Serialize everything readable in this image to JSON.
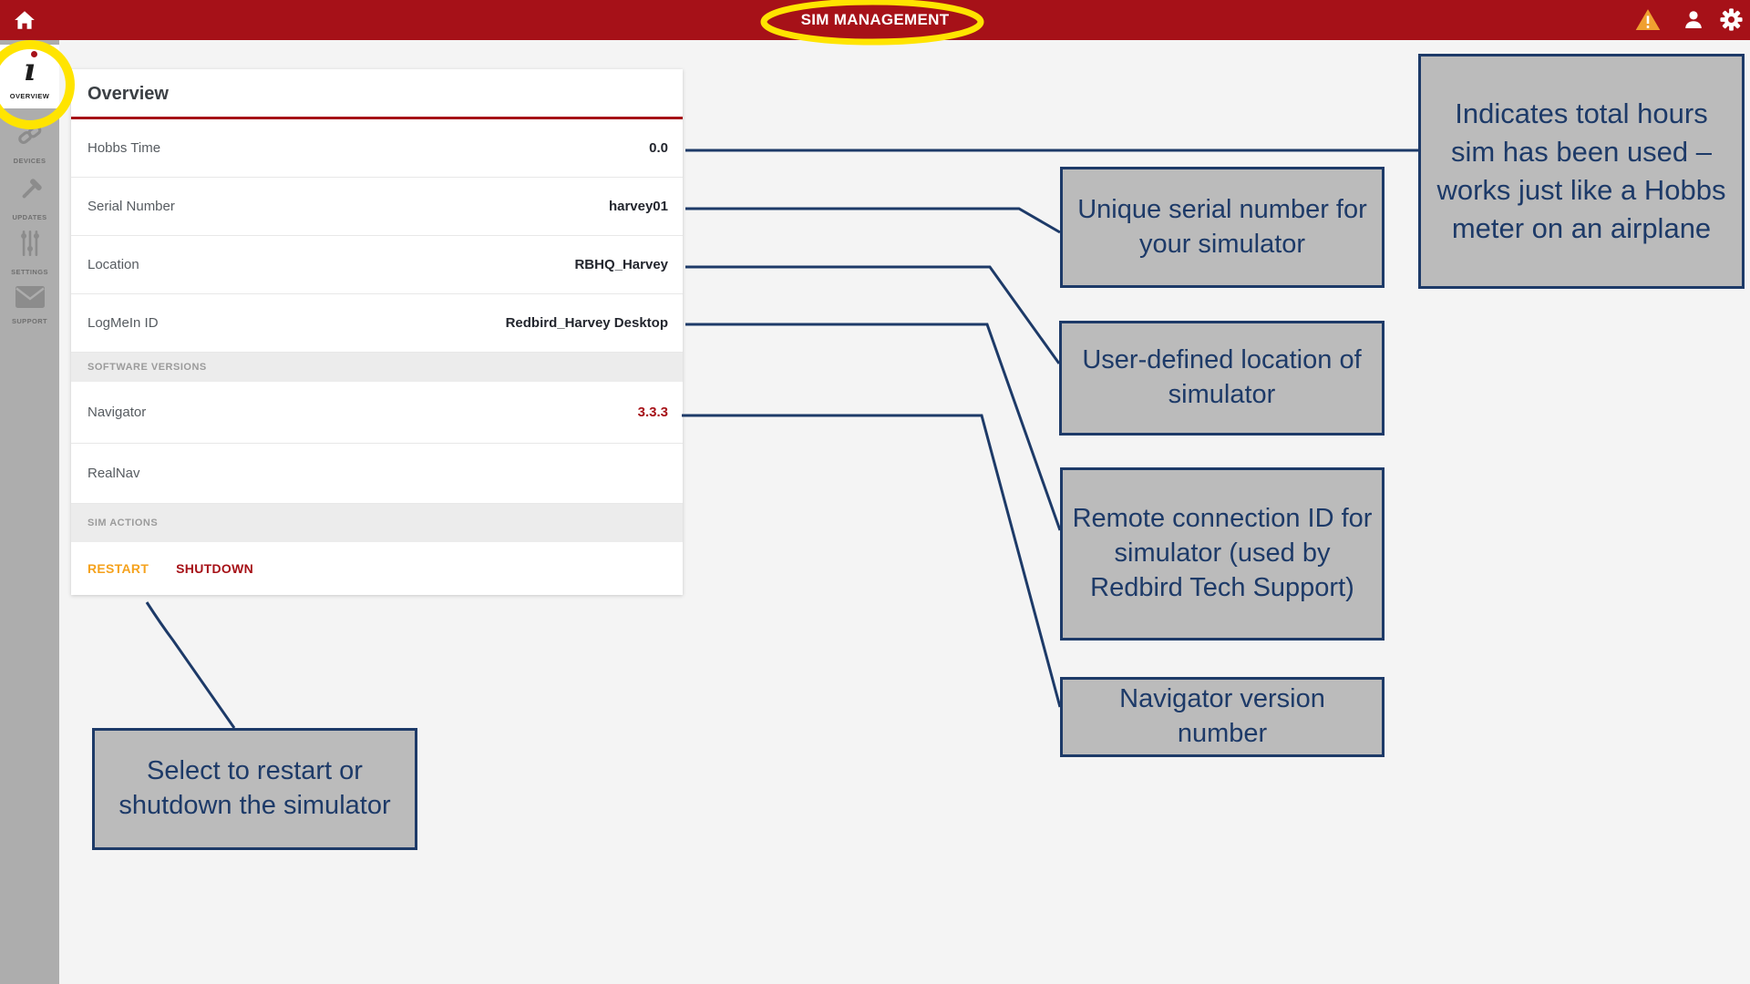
{
  "topbar": {
    "title": "SIM MANAGEMENT"
  },
  "sidebar": {
    "items": [
      {
        "label": "OVERVIEW",
        "active": true
      },
      {
        "label": "DEVICES",
        "active": false
      },
      {
        "label": "UPDATES",
        "active": false
      },
      {
        "label": "SETTINGS",
        "active": false
      },
      {
        "label": "SUPPORT",
        "active": false
      }
    ]
  },
  "card": {
    "title": "Overview",
    "rows": [
      {
        "label": "Hobbs Time",
        "value": "0.0"
      },
      {
        "label": "Serial Number",
        "value": "harvey01"
      },
      {
        "label": "Location",
        "value": "RBHQ_Harvey"
      },
      {
        "label": "LogMeIn ID",
        "value": "Redbird_Harvey Desktop"
      }
    ],
    "sections": {
      "software_versions": {
        "header": "SOFTWARE VERSIONS",
        "rows": [
          {
            "label": "Navigator",
            "value": "3.3.3"
          },
          {
            "label": "RealNav",
            "value": ""
          }
        ]
      },
      "sim_actions": {
        "header": "SIM ACTIONS",
        "buttons": [
          {
            "label": "RESTART"
          },
          {
            "label": "SHUTDOWN"
          }
        ]
      }
    }
  },
  "annotations": {
    "callouts": [
      {
        "target": "hobbs-time",
        "text": "Indicates total hours sim has been used – works just like a Hobbs meter on an airplane"
      },
      {
        "target": "serial-number",
        "text": "Unique serial number for your simulator"
      },
      {
        "target": "location",
        "text": "User-defined location of simulator"
      },
      {
        "target": "logmein-id",
        "text": "Remote connection ID for simulator (used by Redbird Tech Support)"
      },
      {
        "target": "navigator",
        "text": "Navigator version number"
      },
      {
        "target": "sim-actions",
        "text": "Select to restart or shutdown the simulator"
      }
    ]
  },
  "colors": {
    "topbar_red": "#A61118",
    "version_red": "#A61117",
    "annotation_navy": "#1D3A68",
    "highlight_yellow": "#FFE400",
    "restart_orange": "#F5A21D",
    "sidebar_gray": "#ADADAD",
    "callout_gray": "#BBBBBB"
  }
}
